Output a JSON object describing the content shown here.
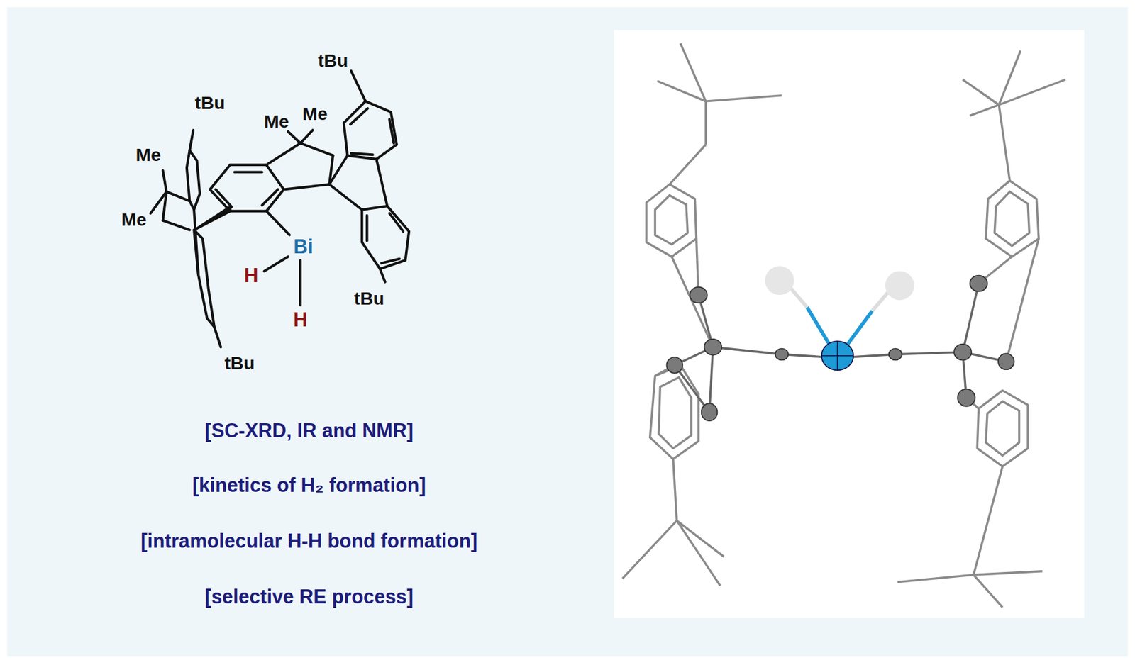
{
  "diagram": {
    "labels": [
      "tBu",
      "tBu",
      "Me",
      "Me",
      "Me",
      "Me",
      "Bi",
      "H",
      "H",
      "tBu",
      "tBu",
      "[SC-XRD, IR and NMR]",
      "[kinetics of H₂ formation]",
      "[intramolecular H-H bond formation]",
      "[selective RE process]"
    ]
  }
}
